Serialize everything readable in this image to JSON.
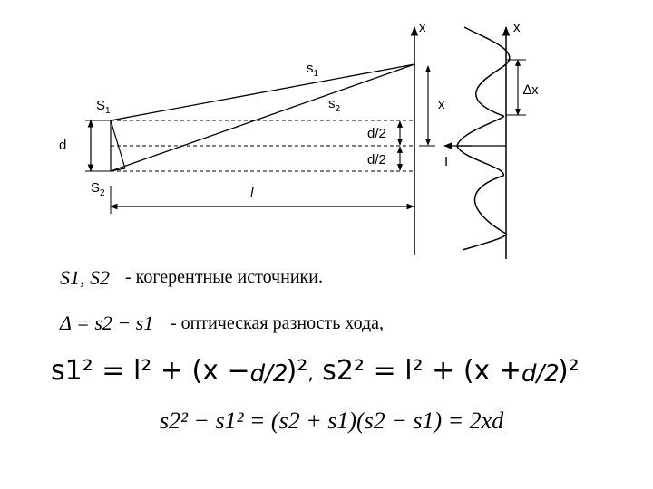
{
  "diagram": {
    "labels": {
      "x_axis_screen": "x",
      "x_axis_pattern": "x",
      "s1_path": "s",
      "s1_path_sub": "1",
      "s2_path": "s",
      "s2_path_sub": "2",
      "source1": "S",
      "source1_sub": "1",
      "source2": "S",
      "source2_sub": "2",
      "d": "d",
      "d_half_top": "d/2",
      "d_half_bottom": "d/2",
      "x_coord": "x",
      "l_distance": "l",
      "fringe_spacing": "∆x",
      "intensity": "I"
    }
  },
  "text": {
    "sources_symbols": "S1, S2",
    "sources_desc": "- когерентные источники.",
    "delta_formula": "Δ = s2 − s1",
    "delta_desc": "- оптическая разность хода,",
    "eq1_left": "s1² = l² + (x −",
    "eq1_mid": "d/2",
    "eq1_right": ")²",
    "eq_separator": ",",
    "eq2_left": "s2² = l² + (x +",
    "eq2_mid": "d/2",
    "eq2_right": ")²",
    "eq3": "s2² − s1² = (s2 + s1)(s2 − s1) = 2xd"
  }
}
